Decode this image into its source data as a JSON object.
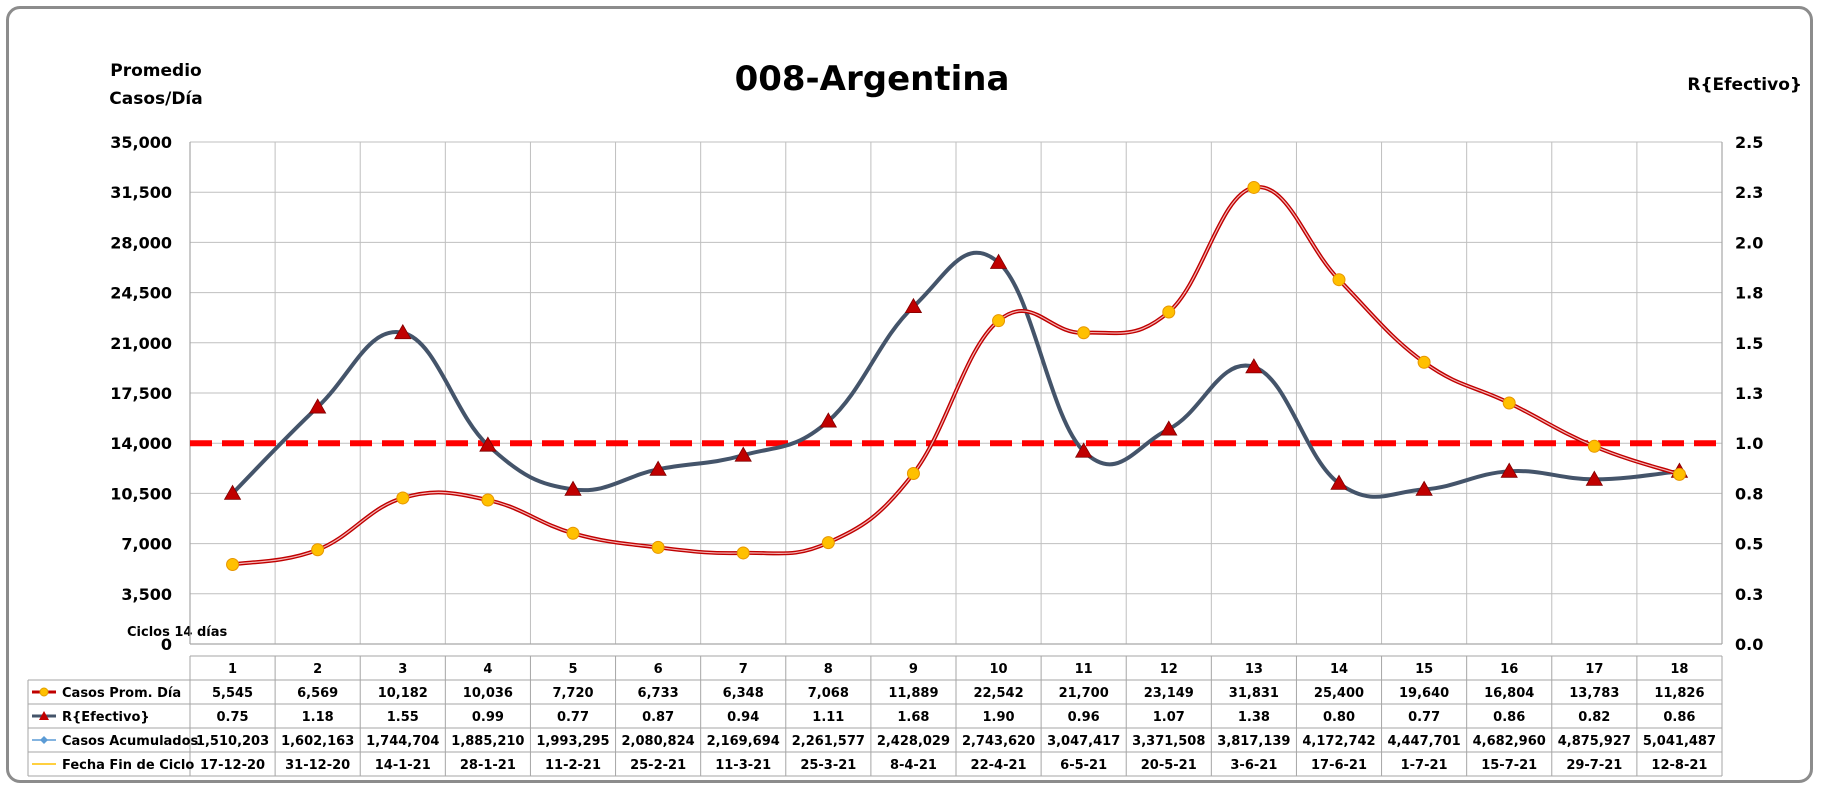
{
  "chart_data": {
    "type": "line",
    "title": "008-Argentina",
    "ylabel_left": [
      "Promedio",
      "Casos/Día"
    ],
    "ylabel_right": "R{Efectivo}",
    "xlabel": "Ciclos 14 días",
    "categories": [
      "1",
      "2",
      "3",
      "4",
      "5",
      "6",
      "7",
      "8",
      "9",
      "10",
      "11",
      "12",
      "13",
      "14",
      "15",
      "16",
      "17",
      "18"
    ],
    "y_left": {
      "min": 0,
      "max": 35000,
      "ticks": [
        "0",
        "3,500",
        "7,000",
        "10,500",
        "14,000",
        "17,500",
        "21,000",
        "24,500",
        "28,000",
        "31,500",
        "35,000"
      ]
    },
    "y_right": {
      "min": 0,
      "max": 2.5,
      "ticks": [
        "0.0",
        "0.3",
        "0.5",
        "0.8",
        "1.0",
        "1.3",
        "1.5",
        "1.8",
        "2.0",
        "2.3",
        "2.5"
      ]
    },
    "grid": true,
    "reference_line": {
      "value": 1.0,
      "axis": "right",
      "color": "#ff0000"
    },
    "series": [
      {
        "name": "Casos Prom. Día",
        "axis": "left",
        "color": "#c00000",
        "marker_color": "#ffc000",
        "values": [
          5545,
          6569,
          10182,
          10036,
          7720,
          6733,
          6348,
          7068,
          11889,
          22542,
          21700,
          23149,
          31831,
          25400,
          19640,
          16804,
          13783,
          11826
        ],
        "labels": [
          "5,545",
          "6,569",
          "10,182",
          "10,036",
          "7,720",
          "6,733",
          "6,348",
          "7,068",
          "11,889",
          "22,542",
          "21,700",
          "23,149",
          "31,831",
          "25,400",
          "19,640",
          "16,804",
          "13,783",
          "11,826"
        ]
      },
      {
        "name": "R{Efectivo}",
        "axis": "right",
        "color": "#44546a",
        "marker_color": "#c00000",
        "values": [
          0.75,
          1.18,
          1.55,
          0.99,
          0.77,
          0.87,
          0.94,
          1.11,
          1.68,
          1.9,
          0.96,
          1.07,
          1.38,
          0.8,
          0.77,
          0.86,
          0.82,
          0.86
        ],
        "labels": [
          "0.75",
          "1.18",
          "1.55",
          "0.99",
          "0.77",
          "0.87",
          "0.94",
          "1.11",
          "1.68",
          "1.90",
          "0.96",
          "1.07",
          "1.38",
          "0.80",
          "0.77",
          "0.86",
          "0.82",
          "0.86"
        ]
      },
      {
        "name": "Casos Acumulados",
        "color": "#5b9bd5",
        "labels": [
          "1,510,203",
          "1,602,163",
          "1,744,704",
          "1,885,210",
          "1,993,295",
          "2,080,824",
          "2,169,694",
          "2,261,577",
          "2,428,029",
          "2,743,620",
          "3,047,417",
          "3,371,508",
          "3,817,139",
          "4,172,742",
          "4,447,701",
          "4,682,960",
          "4,875,927",
          "5,041,487"
        ]
      },
      {
        "name": "Fecha Fin de Ciclo",
        "color": "#ffc000",
        "labels": [
          "17-12-20",
          "31-12-20",
          "14-1-21",
          "28-1-21",
          "11-2-21",
          "25-2-21",
          "11-3-21",
          "25-3-21",
          "8-4-21",
          "22-4-21",
          "6-5-21",
          "20-5-21",
          "3-6-21",
          "17-6-21",
          "1-7-21",
          "15-7-21",
          "29-7-21",
          "12-8-21"
        ]
      }
    ]
  }
}
